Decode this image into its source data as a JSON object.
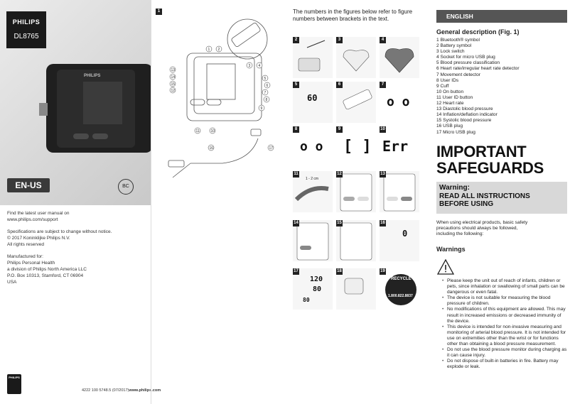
{
  "cover": {
    "brand": "PHILIPS",
    "model": "DL8765",
    "device_brand": "PHILIPS",
    "region_badge": "EN-US",
    "circle_badge": "BC",
    "manual_line1": "Find the latest user manual on",
    "manual_line2": "www.philips.com/support",
    "spec_line1": "Specifications are subject to change without notice.",
    "spec_line2": "© 2017 Koninklijke Philips N.V.",
    "spec_line3": "All rights reserved",
    "mfr_line1": "Manufactured for:",
    "mfr_line2": "Philips Personal Health",
    "mfr_line3": "a division of Philips North America LLC",
    "mfr_line4": "P.O. Box 10313, Stamford, CT 06904",
    "mfr_line5": "USA",
    "footer_code": "4222 100 5748.5  (07/2017)",
    "footer_url": "www.philips.com",
    "bottom_logo": "PHILIPS"
  },
  "figure1": {
    "number": "1",
    "callouts": [
      "1",
      "2",
      "3",
      "4",
      "5",
      "6",
      "7",
      "8",
      "9",
      "10",
      "11",
      "12",
      "13",
      "14",
      "15",
      "16",
      "17"
    ]
  },
  "figures": {
    "intro": "The numbers in the figures below refer to figure numbers between brackets in the text.",
    "tiles": [
      {
        "n": "2"
      },
      {
        "n": "3"
      },
      {
        "n": "4"
      },
      {
        "n": "5",
        "lcd": "60"
      },
      {
        "n": "6"
      },
      {
        "n": "7",
        "lcd": "o o"
      },
      {
        "n": "8",
        "lcd": "o o"
      },
      {
        "n": "9",
        "lcd": "[ ]"
      },
      {
        "n": "10",
        "lcd": "Err"
      },
      {
        "n": "11",
        "label": "1 - 2 cm"
      },
      {
        "n": "12"
      },
      {
        "n": "13"
      },
      {
        "n": "14"
      },
      {
        "n": "15"
      },
      {
        "n": "16",
        "lcd": "0"
      },
      {
        "n": "17",
        "lcd1": "120",
        "lcd2": "80",
        "lcd3": "80"
      },
      {
        "n": "18"
      },
      {
        "n": "19",
        "label": "RECYCLE",
        "phone": "1.800.822.8837"
      }
    ]
  },
  "text": {
    "language": "ENGLISH",
    "general_title": "General description (Fig. 1)",
    "general_items": [
      "1  Bluetooth® symbol",
      "2  Battery symbol",
      "3  Lock switch",
      "4  Socket for micro USB plug",
      "5  Blood pressure classification",
      "6  Heart rate/irregular heart rate detector",
      "7  Movement detector",
      "8  User IDs",
      "9    Cuff",
      "10  On button",
      "11  User ID button",
      "12  Heart rate",
      "13  Diastolic blood pressure",
      "14  Inflation/deflation indicator",
      "15  Systolic blood pressure",
      "16  USB plug",
      "17  Micro USB plug"
    ],
    "important_line1": "IMPORTANT",
    "important_line2": "SAFEGUARDS",
    "warning_line1": "Warning:",
    "warning_line2": "READ ALL INSTRUCTIONS",
    "warning_line3": "BEFORE USING",
    "intro_line1": "When using electrical products, basic safety",
    "intro_line2": "precautions should always be followed,",
    "intro_line3": "including the following:",
    "warnings_title": "Warnings",
    "warnings": [
      "Please keep the unit out of reach of infants, children or pets, since inhalation or swallowing of small parts can be dangerous or even fatal.",
      "The device is not suitable for measuring the blood pressure of children.",
      "No modifications of this equipment are allowed. This may result in increased emissions or decreased immunity of the device.",
      "This device is intended for non-invasive measuring and monitoring of arterial blood pressure. It is not intended for use on extremities other than the wrist or for functions other than obtaining a blood pressure measurement.",
      "Do not use the blood pressure monitor during charging as it can cause injury.",
      "Do not dispose of built-in batteries in fire. Battery may explode or leak."
    ]
  }
}
